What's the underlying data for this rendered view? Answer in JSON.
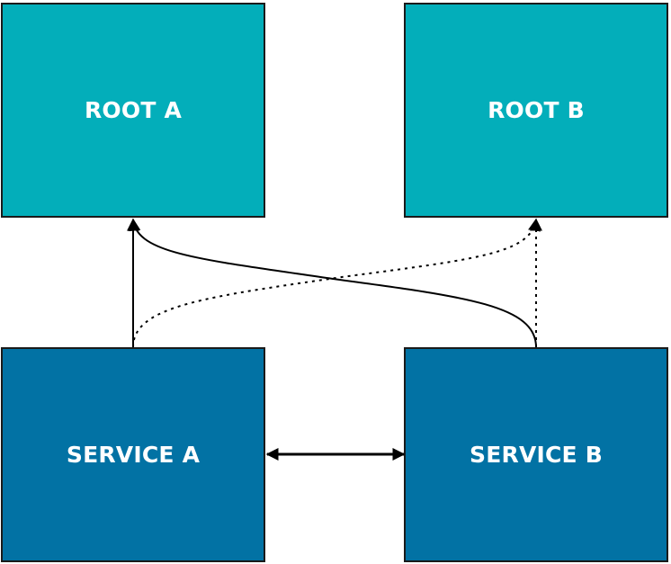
{
  "colors": {
    "root": "#03AEBA",
    "service": "#0272A4",
    "border": "#1a1a1a",
    "text": "#ffffff"
  },
  "nodes": {
    "root_a": "ROOT A",
    "root_b": "ROOT B",
    "service_a": "SERVICE A",
    "service_b": "SERVICE B"
  },
  "edges": [
    {
      "from": "SERVICE A",
      "to": "ROOT A",
      "style": "solid"
    },
    {
      "from": "SERVICE B",
      "to": "ROOT A",
      "style": "solid"
    },
    {
      "from": "SERVICE A",
      "to": "ROOT B",
      "style": "dotted"
    },
    {
      "from": "SERVICE B",
      "to": "ROOT B",
      "style": "dotted"
    },
    {
      "from": "SERVICE A",
      "to": "SERVICE B",
      "style": "solid",
      "bidirectional": true
    }
  ]
}
